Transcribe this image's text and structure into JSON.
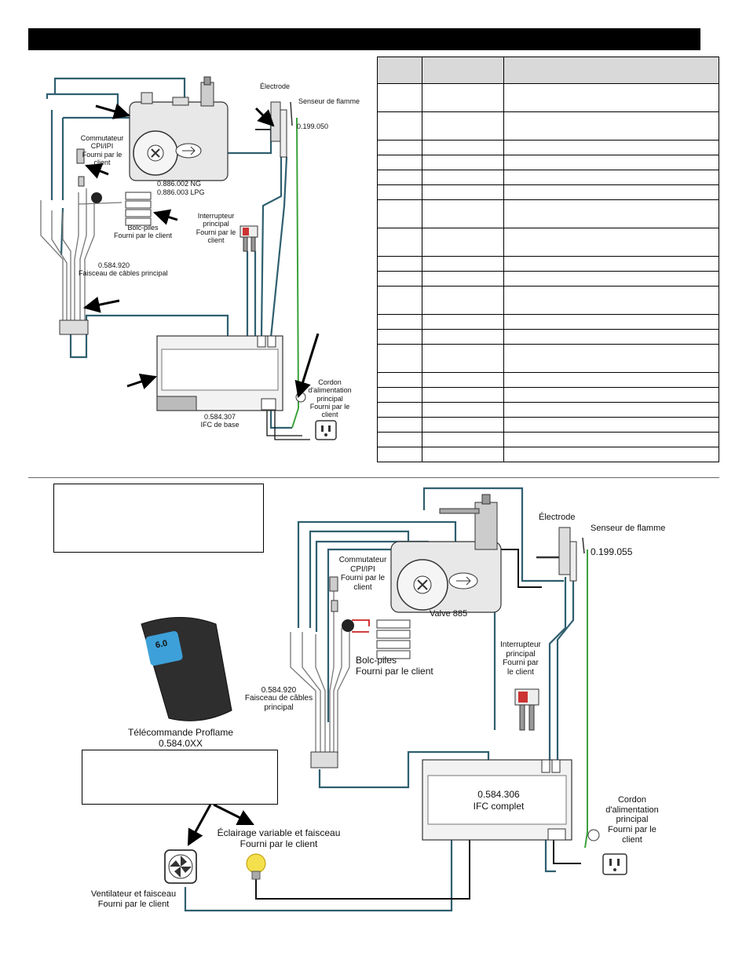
{
  "top_diagram": {
    "electrode_label": "Électrode",
    "flame_sensor_label": "Senseur de flamme",
    "flame_sensor_part": "0.199.050",
    "switch_label": "Commutateur\nCPI/IPI\nFourni par le\nclient",
    "valve_part_ng": "0.886.002 NG",
    "valve_part_lpg": "0.886.003 LPG",
    "battery_label": "Bolc-piles\nFourni par le client",
    "main_switch_label": "Interrupteur\nprincipal\nFourni par le\nclient",
    "harness_part": "0.584.920",
    "harness_label": "Faisceau de câbles principal",
    "ifc_part": "0.584.307",
    "ifc_label": "IFC de base",
    "power_cord_label": "Cordon\nd'alimentation\nprincipal\nFourni par le\nclient"
  },
  "parts_table": {
    "row_count": 20,
    "tall_rows": [
      0,
      1,
      6,
      7,
      10,
      13
    ]
  },
  "bottom_diagram": {
    "electrode_label": "Électrode",
    "flame_sensor_label": "Senseur de flamme",
    "flame_sensor_part": "0.199.055",
    "switch_label": "Commutateur\nCPI/IPI\nFourni par le\nclient",
    "valve_label": "Valve 885",
    "battery_label": "Bolc-piles\nFourni par le client",
    "main_switch_label": "Interrupteur\nprincipal\nFourni par\nle client",
    "harness_part": "0.584.920",
    "harness_label": "Faisceau de câbles\nprincipal",
    "remote_label": "Télécommande Proflame",
    "remote_part": "0.584.0XX",
    "remote_display": "6.0",
    "ifc_part": "0.584.306",
    "ifc_label": "IFC complet",
    "power_cord_label": "Cordon\nd'alimentation\nprincipal\nFourni par le\nclient",
    "lighting_label": "Éclairage variable et faisceau\nFourni par le client",
    "fan_label": "Ventilateur et faisceau\nFourni par le client"
  },
  "colors": {
    "wire_teal": "#2f5f6f",
    "wire_green": "#3aa23a",
    "wire_black": "#111111",
    "wire_red": "#cc2222",
    "table_header": "#d9d9d9",
    "remote_screen": "#3da0d8",
    "bulb": "#f4e04d"
  }
}
